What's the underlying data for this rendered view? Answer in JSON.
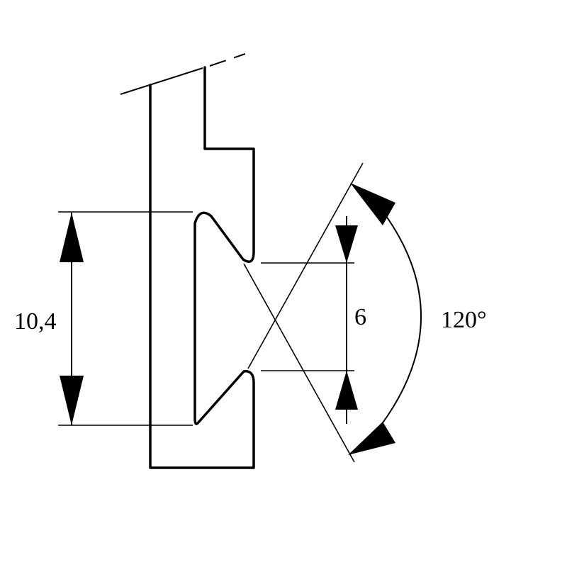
{
  "dimensions": {
    "height_label": "10,4",
    "opening_label": "6",
    "angle_label": "120°"
  },
  "colors": {
    "line": "#000000",
    "background": "#ffffff"
  }
}
